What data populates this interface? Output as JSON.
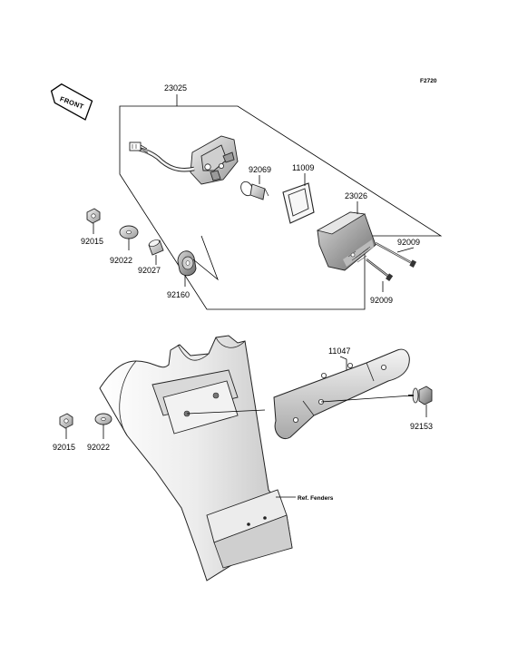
{
  "figure_code": "F2720",
  "front_label": "FRONT",
  "reference_label": "Ref. Fenders",
  "parts": {
    "p23025": "23025",
    "p92069": "92069",
    "p11009": "11009",
    "p23026": "23026",
    "p92009_a": "92009",
    "p92009_b": "92009",
    "p92015_a": "92015",
    "p92022_a": "92022",
    "p92027": "92027",
    "p92160": "92160",
    "p11047": "11047",
    "p92153": "92153",
    "p92015_b": "92015",
    "p92022_b": "92022"
  }
}
